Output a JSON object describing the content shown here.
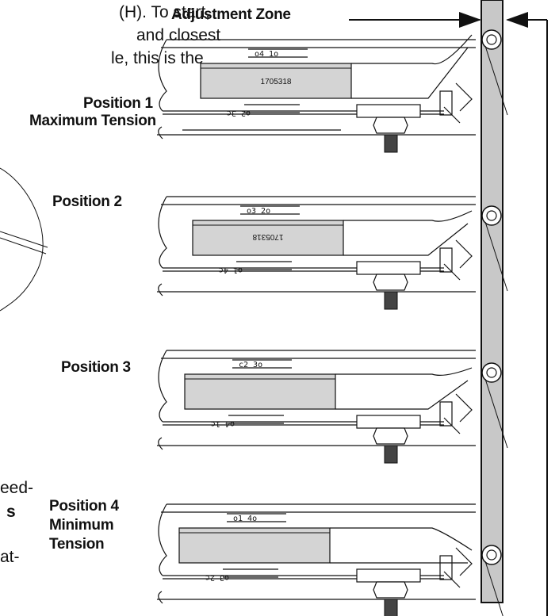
{
  "text_fragments": [
    "(H). To start,",
    "and closest",
    "le, this is the",
    "eed-",
    "s",
    "at-"
  ],
  "adjustment_zone": {
    "label": "Adjustment Zone"
  },
  "positions": [
    {
      "lines": [
        "Position 1",
        "Maximum Tension"
      ],
      "top_marks": "o4  1o",
      "bottom_marks": "o2  3c",
      "part_number": "1705318",
      "part_mirrored": false
    },
    {
      "lines": [
        "Position 2"
      ],
      "top_marks": "o3  2o",
      "bottom_marks": "o1  4c",
      "part_number": "1705318",
      "part_mirrored": true
    },
    {
      "lines": [
        "Position 3"
      ],
      "top_marks": "c2  3o",
      "bottom_marks": "o4  1c",
      "part_number": "",
      "part_mirrored": false
    },
    {
      "lines": [
        "Position 4",
        "Minimum",
        "Tension"
      ],
      "top_marks": "o1  4o",
      "bottom_marks": "o3  2c",
      "part_number": "",
      "part_mirrored": false
    }
  ]
}
